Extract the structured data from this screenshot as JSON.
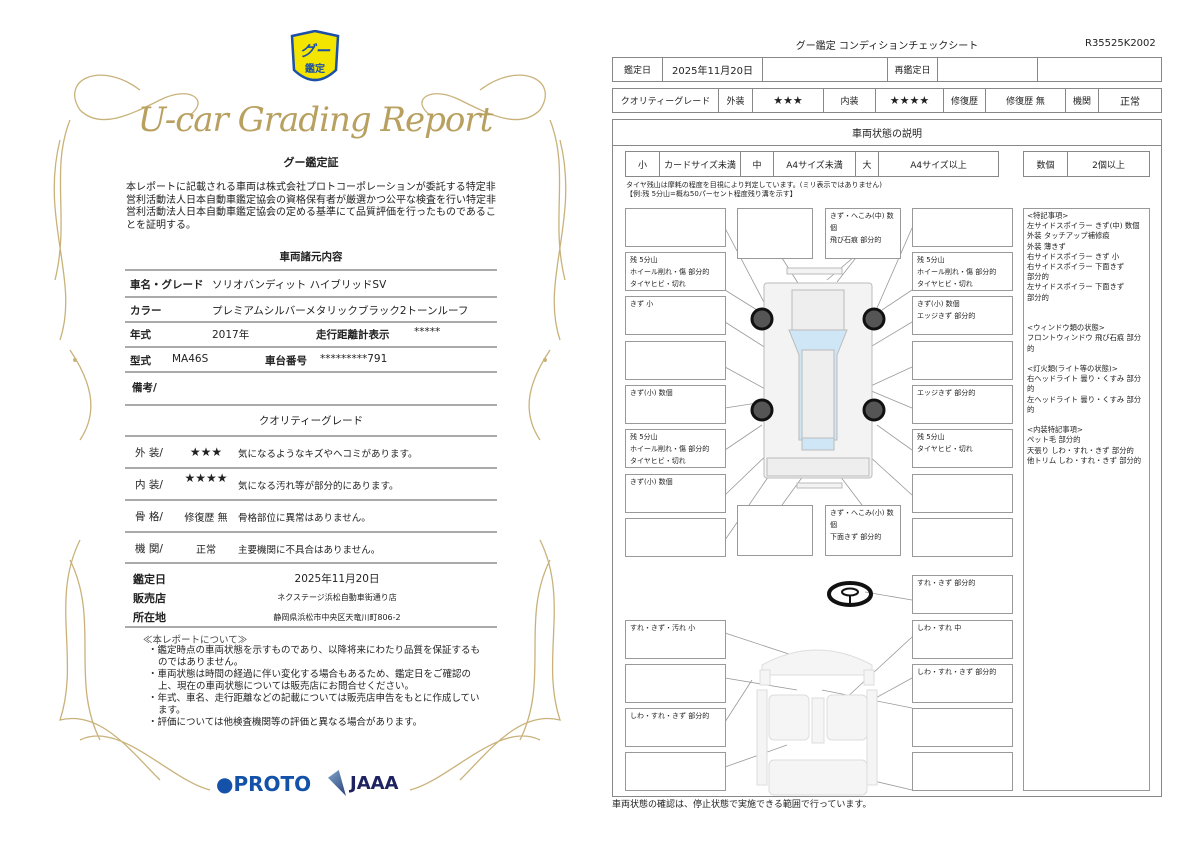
{
  "report": {
    "logo_text": "グー鑑定",
    "script_title": "U-car Grading Report",
    "cert_title": "グー鑑定証",
    "cert_text": "本レポートに記載される車両は株式会社プロトコーポレーションが委託する特定非営利活動法人日本自動車鑑定協会の資格保有者が厳選かつ公平な検査を行い特定非営利活動法人日本自動車鑑定協会の定める基準にて品質評価を行ったものであることを証明する。",
    "spec_title": "車両諸元内容",
    "name_label": "車名・グレード",
    "name_value": "ソリオバンディット ハイブリッドSV",
    "color_label": "カラー",
    "color_value": "プレミアムシルバーメタリックブラック2トーンルーフ",
    "year_label": "年式",
    "year_value": "2017年",
    "odo_label": "走行距離計表示",
    "odo_value": "*****",
    "model_label": "型式",
    "model_value": "MA46S",
    "chassis_label": "車台番号",
    "chassis_value": "*********791",
    "remarks_label": "備考/",
    "grade_title": "クオリティーグレード",
    "grades": [
      {
        "label": "外 装/",
        "value": "★★★",
        "desc": "気になるようなキズやヘコミがあります。"
      },
      {
        "label": "内 装/",
        "value": "★★★★",
        "desc": "気になる汚れ等が部分的にあります。"
      },
      {
        "label": "骨 格/",
        "value": "修復歴 無",
        "desc": "骨格部位に異常はありません。"
      },
      {
        "label": "機 関/",
        "value": "正常",
        "desc": "主要機関に不具合はありません。"
      }
    ],
    "date_label": "鑑定日",
    "date_value": "2025年11月20日",
    "shop_label": "販売店",
    "shop_value": "ネクステージ浜松自動車街通り店",
    "addr_label": "所在地",
    "addr_value": "静岡県浜松市中央区天竜川町806-2",
    "about_title": "≪本レポートについて≫",
    "about_items": [
      "・鑑定時点の車両状態を示すものであり、以降将来にわたり品質を保証するものではありません。",
      "・車両状態は時間の経過に伴い変化する場合もあるため、鑑定日をご確認の上、現在の車両状態については販売店にお問合せください。",
      "・年式、車名、走行距離などの記載については販売店申告をもとに作成しています。",
      "・評価については他検査機関等の評価と異なる場合があります。"
    ],
    "proto_logo": "PROTO",
    "jaaa_logo": "JAAA"
  },
  "sheet": {
    "title": "グー鑑定 コンディションチェックシート",
    "code": "R35525K2002",
    "date_label": "鑑定日",
    "date_value": "2025年11月20日",
    "redate_label": "再鑑定日",
    "grade_label": "クオリティーグレード",
    "ext_label": "外装",
    "ext_value": "★★★",
    "int_label": "内装",
    "int_value": "★★★★",
    "repair_label": "修復歴",
    "repair_value": "修復歴 無",
    "engine_label": "機関",
    "engine_value": "正常",
    "section_title": "車両状態の説明",
    "legend": [
      "小",
      "カードサイズ未満",
      "中",
      "A4サイズ未満",
      "大",
      "A4サイズ以上"
    ],
    "count_label": "数個",
    "count_value": "2個以上",
    "tire_note1": "タイヤ残山は摩耗の程度を目視により判定しています。(ミリ表示ではありません)",
    "tire_note2": "【例:残 5分山=概ね50パーセント程度残り溝を示す】",
    "ext_left": [
      "",
      "残 5分山\nホイール削れ・傷 部分的\nタイヤヒビ・切れ",
      "きず 小",
      "",
      "きず(小) 数個",
      "残 5分山\nホイール削れ・傷 部分的\nタイヤヒビ・切れ",
      "きず(小) 数個",
      ""
    ],
    "ext_right": [
      "",
      "残 5分山\nホイール削れ・傷 部分的\nタイヤヒビ・切れ",
      "きず(小) 数個\nエッジきず 部分的",
      "",
      "エッジきず 部分的",
      "残 5分山\nタイヤヒビ・切れ",
      "",
      ""
    ],
    "ext_top": [
      "",
      "きず・へこみ(中) 数個\n飛び石痕 部分的"
    ],
    "ext_bottom": [
      "",
      "きず・へこみ(小) 数個\n下面きず 部分的"
    ],
    "int_right": [
      "すれ・きず 部分的",
      "しわ・すれ 中",
      "しわ・すれ・きず 部分的",
      "",
      ""
    ],
    "int_left": [
      "すれ・きず・汚れ 小",
      "",
      "しわ・すれ・きず 部分的",
      ""
    ],
    "notes": "<特記事項>\n左サイドスポイラー きず(中) 数個\n外装 タッチアップ補修痕\n外装 薄きず\n右サイドスポイラー きず 小\n右サイドスポイラー 下面きず\n部分的\n左サイドスポイラー 下面きず\n部分的\n\n\n<ウィンドウ類の状態>\nフロントウィンドウ 飛び石痕 部分的\n\n<灯火類(ライト等の状態)>\n右ヘッドライト 曇り・くすみ 部分的\n左ヘッドライト 曇り・くすみ 部分的\n\n<内装特記事項>\nペット毛 部分的\n天張り しわ・すれ・きず 部分的\n他トリム しわ・すれ・きず 部分的",
    "footer": "車両状態の確認は、停止状態で実施できる範囲で行っています。"
  },
  "colors": {
    "gold": "#b8a060",
    "logo_yellow": "#f3e500",
    "logo_blue": "#1b4fa8",
    "proto_blue": "#1451a8",
    "jaaa_navy": "#1f2260",
    "glass": "#cfe6f7"
  }
}
